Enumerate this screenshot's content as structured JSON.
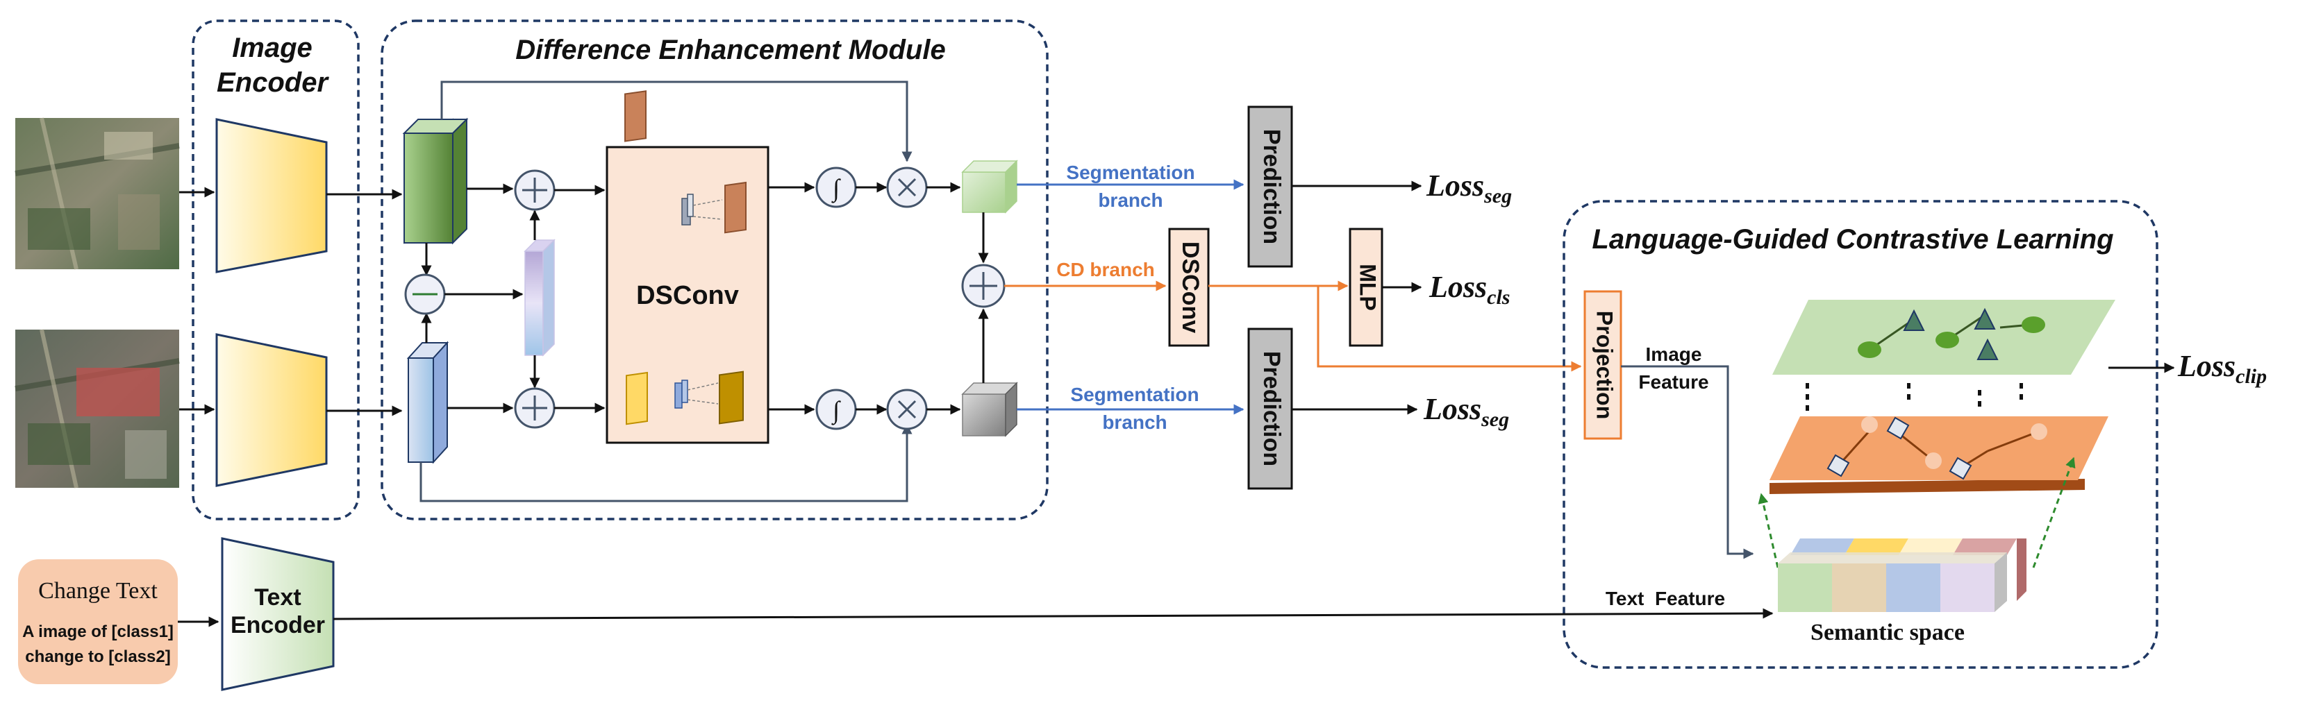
{
  "modules": {
    "image_encoder_line1": "Image",
    "image_encoder_line2": "Encoder",
    "difference_enhancement": "Difference Enhancement Module",
    "dsconv_block": "DSConv",
    "language_guided": "Language-Guided Contrastive Learning",
    "text_encoder_line1": "Text",
    "text_encoder_line2": "Encoder"
  },
  "blocks": {
    "prediction_top": "Prediction",
    "prediction_bottom": "Prediction",
    "dsconv_head": "DSConv",
    "mlp": "MLP",
    "projection": "Projection"
  },
  "branches": {
    "seg_top_line1": "Segmentation",
    "seg_top_line2": "branch",
    "cd": "CD branch",
    "seg_bottom_line1": "Segmentation",
    "seg_bottom_line2": "branch"
  },
  "losses": {
    "seg_top": {
      "base": "Loss",
      "sub": "seg"
    },
    "cls": {
      "base": "Loss",
      "sub": "cls"
    },
    "seg_bottom": {
      "base": "Loss",
      "sub": "seg"
    },
    "clip": {
      "base": "Loss",
      "sub": "clip"
    }
  },
  "change_text": {
    "title": "Change Text",
    "line1": "A image of [class1]",
    "line2": "change to [class2]"
  },
  "features": {
    "image_line1": "Image",
    "image_line2": "Feature",
    "text": "Text  Feature"
  },
  "semantic_space": "Semantic space",
  "colors": {
    "arrow_dark": "#111111",
    "arrow_blue": "#4472c4",
    "arrow_orange": "#ed7d31",
    "dashed_border": "#1f3864",
    "dsconv_fill": "#fbe5d6",
    "prediction_fill": "#bfbfbf",
    "encoder_fill": "#ffe699",
    "text_encoder_fill": "#e2f0d9",
    "change_text_fill": "#f8cbad",
    "green_plane": "#c5e0b4",
    "orange_plane": "#e07b39",
    "dashed_green": "#2e8b2e"
  }
}
